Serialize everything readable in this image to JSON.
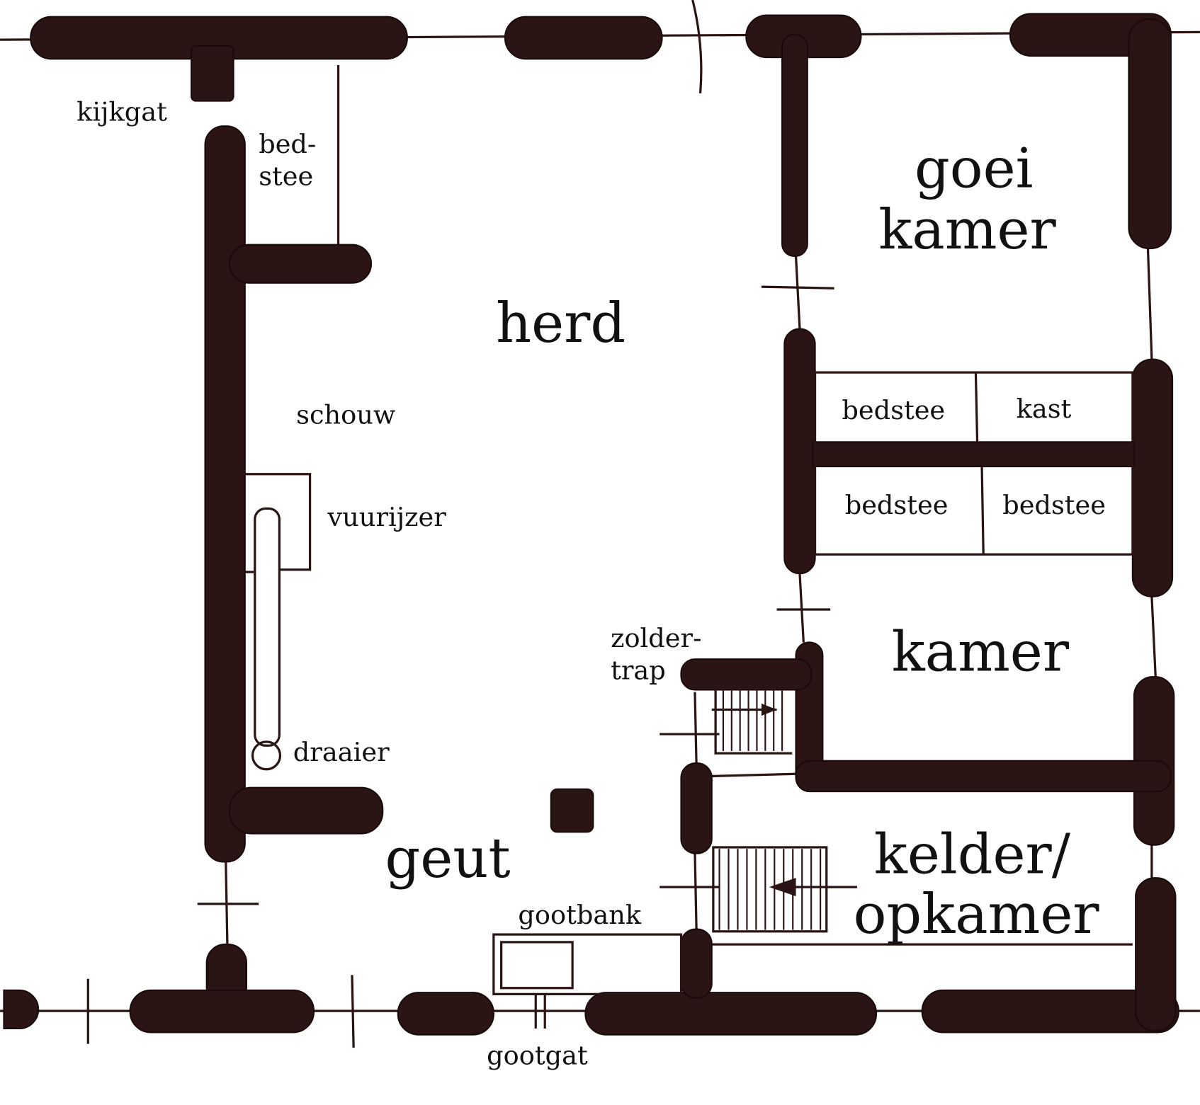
{
  "title": "Floor plan",
  "colors": {
    "wall": "#2a1414",
    "background": "#ffffff",
    "text": "#111111"
  },
  "labels": {
    "kijkgat": "kijkgat",
    "bedstee_top_1": "bed-",
    "bedstee_top_2": "stee",
    "herd": "herd",
    "schouw": "schouw",
    "vuurijzer": "vuurijzer",
    "draaier": "draaier",
    "geut": "geut",
    "gootbank": "gootbank",
    "gootgat": "gootgat",
    "zoldertrap_1": "zolder-",
    "zoldertrap_2": "trap",
    "goei_kamer_1": "goei",
    "goei_kamer_2": "kamer",
    "bedstee_a": "bedstee",
    "kast": "kast",
    "bedstee_b": "bedstee",
    "bedstee_c": "bedstee",
    "kamer": "kamer",
    "kelder_1": "kelder/",
    "kelder_2": "opkamer"
  }
}
